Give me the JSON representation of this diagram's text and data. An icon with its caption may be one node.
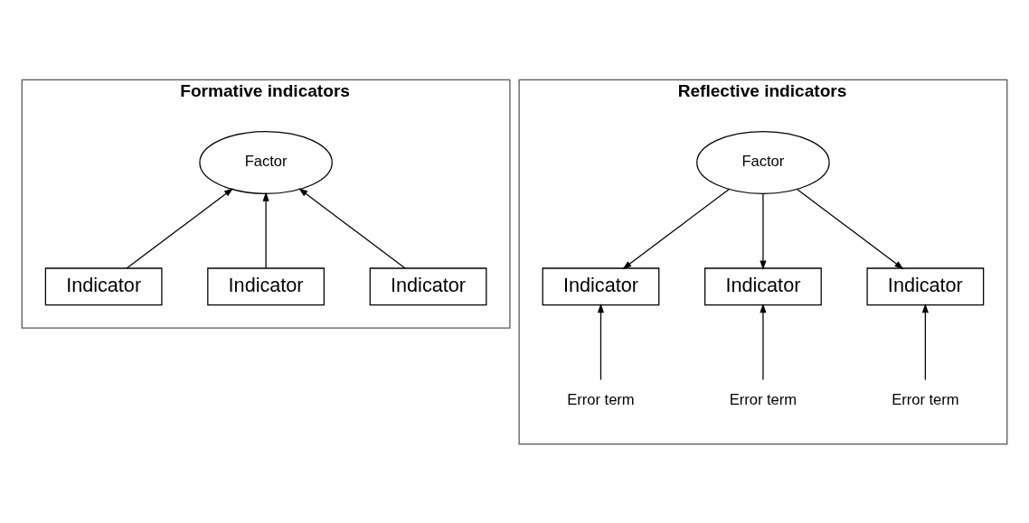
{
  "diagram": {
    "nodes": [
      {
        "text": [
          "Formative indicators"
        ]
      },
      {
        "text": [
          "Factor"
        ],
        "in": 0
      },
      {
        "text": [
          "Indicator"
        ],
        "in": 0
      },
      {
        "text": [
          "Indicator"
        ],
        "in": 0
      },
      {
        "text": [
          "Indicator"
        ],
        "in": 0
      },
      {
        "text": [
          "Reflective indicators"
        ]
      },
      {
        "text": [
          "Factor"
        ],
        "in": 5
      },
      {
        "text": [
          "Indicator"
        ],
        "in": 5
      },
      {
        "text": [
          "Indicator"
        ],
        "in": 5
      },
      {
        "text": [
          "Indicator"
        ],
        "in": 5
      },
      {
        "text": [
          "Error term"
        ],
        "in": 5
      },
      {
        "text": [
          "Error term"
        ],
        "in": 5
      },
      {
        "text": [
          "Error term"
        ],
        "in": 5
      }
    ],
    "edges": [
      {
        "from": 2,
        "to": 1,
        "arrow": "to"
      },
      {
        "from": 3,
        "to": 1,
        "arrow": "to"
      },
      {
        "from": 4,
        "to": 1,
        "arrow": "to"
      },
      {
        "from": 6,
        "to": 7,
        "arrow": "to"
      },
      {
        "from": 6,
        "to": 8,
        "arrow": "to"
      },
      {
        "from": 6,
        "to": 9,
        "arrow": "to"
      },
      {
        "from": 10,
        "to": 7,
        "arrow": "to"
      },
      {
        "from": 11,
        "to": 8,
        "arrow": "to"
      },
      {
        "from": 12,
        "to": 9,
        "arrow": "to"
      }
    ]
  }
}
